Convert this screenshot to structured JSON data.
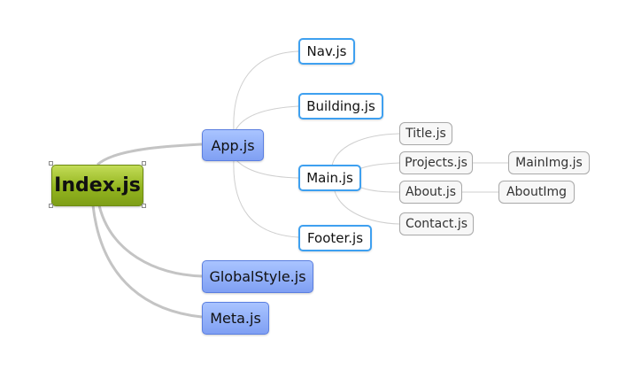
{
  "colors": {
    "root_fill": "#9bbd22",
    "primary_fill": "#8eacf6",
    "secondary_border": "#3ea0f0",
    "tertiary_border": "#a8a8a8",
    "connector": "#c4c4c4"
  },
  "root": {
    "label": "Index.js"
  },
  "primary": {
    "app": "App.js",
    "globalstyle": "GlobalStyle.js",
    "meta": "Meta.js"
  },
  "secondary": {
    "nav": "Nav.js",
    "building": "Building.js",
    "main": "Main.js",
    "footer": "Footer.js"
  },
  "tertiary": {
    "title": "Title.js",
    "projects": "Projects.js",
    "about": "About.js",
    "contact": "Contact.js",
    "mainimg": "MainImg.js",
    "aboutimg": "AboutImg"
  }
}
